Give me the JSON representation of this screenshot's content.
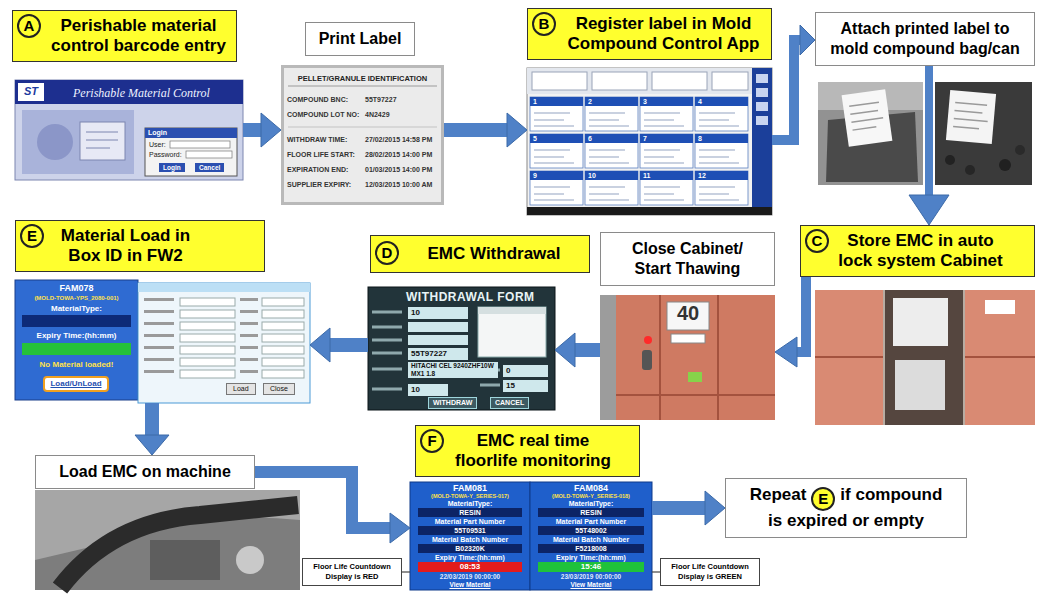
{
  "diagram": {
    "nodes": [
      {
        "text": [
          "Perishable material control barcode entry"
        ]
      },
      {
        "text": [
          "A"
        ],
        "in": 0
      },
      {
        "text": [
          "ST",
          "Perishable Material Control"
        ]
      },
      {
        "text": [
          "Login",
          "User:",
          "Password:",
          "Login",
          "Cancel"
        ],
        "in": 2
      },
      {
        "text": [
          "Print Label"
        ]
      },
      {
        "text": [
          "PELLET/GRANULE IDENTIFICATION",
          "COMPOUND BNC:",
          "55T97227",
          "COMPOUND LOT NO:",
          "4N2429",
          "WITHDRAW TIME:",
          "27/02/2015 14:58 PM",
          "FLOOR LIFE START:",
          "28/02/2015 14:00 PM",
          "EXPIRATION END:",
          "01/03/2015 14:00 PM",
          "SUPPLIER EXPIRY:",
          "12/03/2015 10:00 AM"
        ]
      },
      {
        "text": [
          "Register label in Mold Compound Control App"
        ]
      },
      {
        "text": [
          "B"
        ],
        "in": 6
      },
      {
        "text": [
          "1",
          "2",
          "3",
          "4",
          "5",
          "6",
          "7",
          "8",
          "9",
          "10",
          "11",
          "12"
        ]
      },
      {
        "text": [
          "Attach printed label to mold compound bag/can"
        ]
      },
      {
        "text": [
          "Store EMC in auto lock system Cabinet"
        ]
      },
      {
        "text": [
          "C"
        ],
        "in": 10
      },
      {
        "text": [
          "Close Cabinet/ Start Thawing"
        ]
      },
      {
        "text": [
          "40"
        ]
      },
      {
        "text": [
          "EMC Withdrawal"
        ]
      },
      {
        "text": [
          "D"
        ],
        "in": 14
      },
      {
        "text": [
          "WITHDRAWAL FORM",
          "10",
          "55T97227",
          "HITACHI CEL 9240ZHF10W MX1 1.8",
          "0",
          "15",
          "10",
          "WITHDRAW",
          "CANCEL"
        ]
      },
      {
        "text": [
          "Material Load in Box ID in FW2"
        ]
      },
      {
        "text": [
          "E"
        ],
        "in": 17
      },
      {
        "text": [
          "FAM078",
          "(MOLD-TOWA-YPS_2080-001)",
          "MaterialType:",
          "Expiry Time:(hh:mm)",
          "No Material loaded!",
          "Load/UnLoad"
        ]
      },
      {
        "text": [
          "Load",
          "Close"
        ]
      },
      {
        "text": [
          "Load EMC on machine"
        ]
      },
      {
        "text": [
          "EMC real time floorlife monitoring"
        ]
      },
      {
        "text": [
          "F"
        ],
        "in": 22
      },
      {
        "text": [
          "FAM081",
          "(MOLD-TOWA-Y_SERIES-017)",
          "MaterialType:",
          "RESIN",
          "Material Part Number",
          "55T09531",
          "Material Batch Number",
          "B02320K",
          "Expiry Time:(hh:mm)",
          "08:53",
          "22/03/2019 00:00:00",
          "View Material"
        ]
      },
      {
        "text": [
          "FAM084",
          "(MOLD-TOWA-Y_SERIES-018)",
          "MaterialType:",
          "RESIN",
          "Material Part Number",
          "55T48002",
          "Material Batch Number",
          "F5218008",
          "Expiry Time:(hh:mm)",
          "15:46",
          "23/03/2019 00:00:00",
          "View Material"
        ]
      },
      {
        "text": [
          "Floor Life Countdown Display is RED"
        ]
      },
      {
        "text": [
          "Floor Life Countdown Display is GREEN"
        ]
      },
      {
        "text": [
          "Repeat",
          "if compound is expired or empty"
        ]
      },
      {
        "text": [
          "E"
        ],
        "in": 28
      }
    ],
    "edges": [
      {
        "from": 2,
        "to": 5,
        "arrow": "to"
      },
      {
        "from": 5,
        "to": 8,
        "arrow": "to"
      },
      {
        "from": 8,
        "to": 9,
        "arrow": "to"
      },
      {
        "from": 9,
        "to": 10,
        "arrow": "to"
      },
      {
        "from": 10,
        "to": 13,
        "arrow": "to"
      },
      {
        "from": 13,
        "to": 16,
        "arrow": "to"
      },
      {
        "from": 16,
        "to": 20,
        "arrow": "to"
      },
      {
        "from": 20,
        "to": 21,
        "arrow": "to"
      },
      {
        "from": 21,
        "to": 24,
        "arrow": "to"
      },
      {
        "from": 25,
        "to": 28,
        "arrow": "to"
      },
      {
        "from": 26,
        "to": 24,
        "arrow": "none"
      },
      {
        "from": 27,
        "to": 25,
        "arrow": "none"
      }
    ]
  }
}
